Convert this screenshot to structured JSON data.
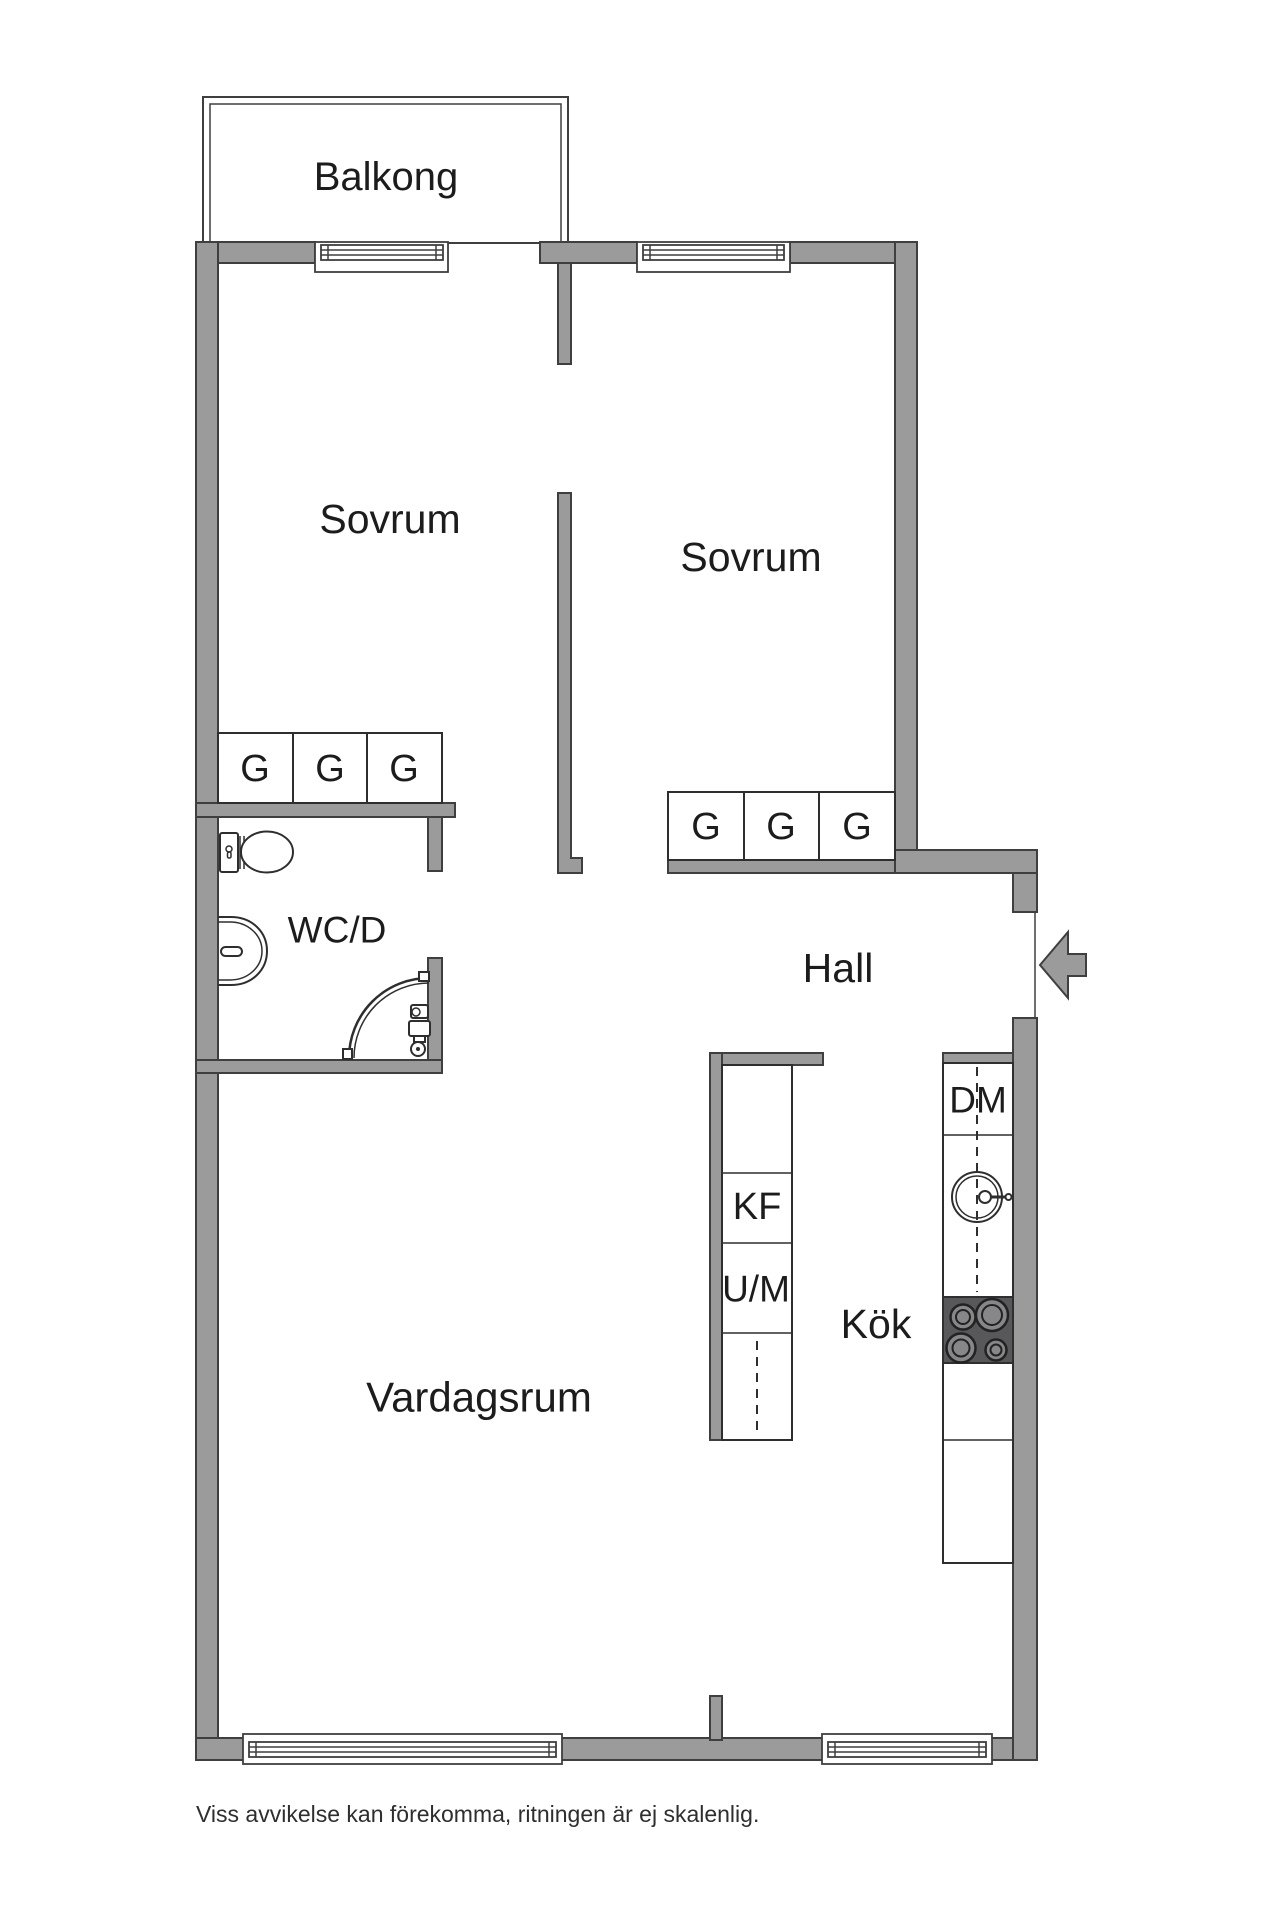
{
  "labels": {
    "balcony": "Balkong",
    "bedroom_left": "Sovrum",
    "bedroom_right": "Sovrum",
    "bathroom": "WC/D",
    "hall": "Hall",
    "kitchen": "Kök",
    "living_room": "Vardagsrum",
    "wardrobe": "G",
    "fridge_freezer": "KF",
    "washing_machine": "U/M",
    "dishwasher": "DM"
  },
  "footer": {
    "disclaimer": "Viss avvikelse kan förekomma, ritningen är ej skalenlig."
  },
  "colors": {
    "background": "#ffffff",
    "wall_fill": "#9b9b9b",
    "wall_outline": "#3f3f3f",
    "stove_fill": "#58585a",
    "label_text": "#1c1c1c",
    "footer_text": "#2e2e2e"
  }
}
